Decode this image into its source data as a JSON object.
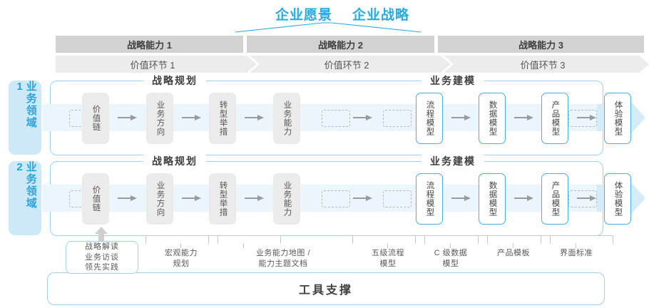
{
  "header": {
    "titles": [
      "企业愿景",
      "企业战略"
    ]
  },
  "capabilities": [
    {
      "label": "战略能力 1"
    },
    {
      "label": "战略能力 2"
    },
    {
      "label": "战略能力 3"
    }
  ],
  "value_chain": [
    {
      "label": "价值环节 1"
    },
    {
      "label": "价值环节 2"
    },
    {
      "label": "价值环节 3"
    }
  ],
  "domains": [
    {
      "label": "业务领域 1",
      "sections": [
        {
          "title": "战略规划",
          "boxes": [
            "价值链",
            "业务方向",
            "转型举措",
            "业务能力"
          ]
        },
        {
          "title": "业务建模",
          "boxes": [
            "流程模型",
            "数据模型",
            "产品模型",
            "体验模型"
          ]
        }
      ]
    },
    {
      "label": "业务领域 2",
      "sections": [
        {
          "title": "战略规划",
          "boxes": [
            "价值链",
            "业务方向",
            "转型举措",
            "业务能力"
          ]
        },
        {
          "title": "业务建模",
          "boxes": [
            "流程模型",
            "数据模型",
            "产品模型",
            "体验模型"
          ]
        }
      ]
    }
  ],
  "deliverables": {
    "strategy_decode": "战略解读\n业务访谈\n领先实践",
    "items": [
      {
        "label": "宏观能力\n规划"
      },
      {
        "label": "业务能力地图 /\n能力主题文档"
      },
      {
        "label": "五级流程\n模型"
      },
      {
        "label": "C 级数据\n模型"
      },
      {
        "label": "产品模板"
      },
      {
        "label": "界面标准"
      }
    ]
  },
  "footer": {
    "title": "工具支撑"
  },
  "colors": {
    "accent": "#27ABE3",
    "band": "#eaf5fc",
    "band_head": "#d5ecf8",
    "header_gray": "#d2d2d2",
    "chevron_gray": "#ececec",
    "domain_label_bg": "#cde9f8",
    "box_gray": "#ebebeb",
    "box_blue_border": "#46b0e3"
  }
}
